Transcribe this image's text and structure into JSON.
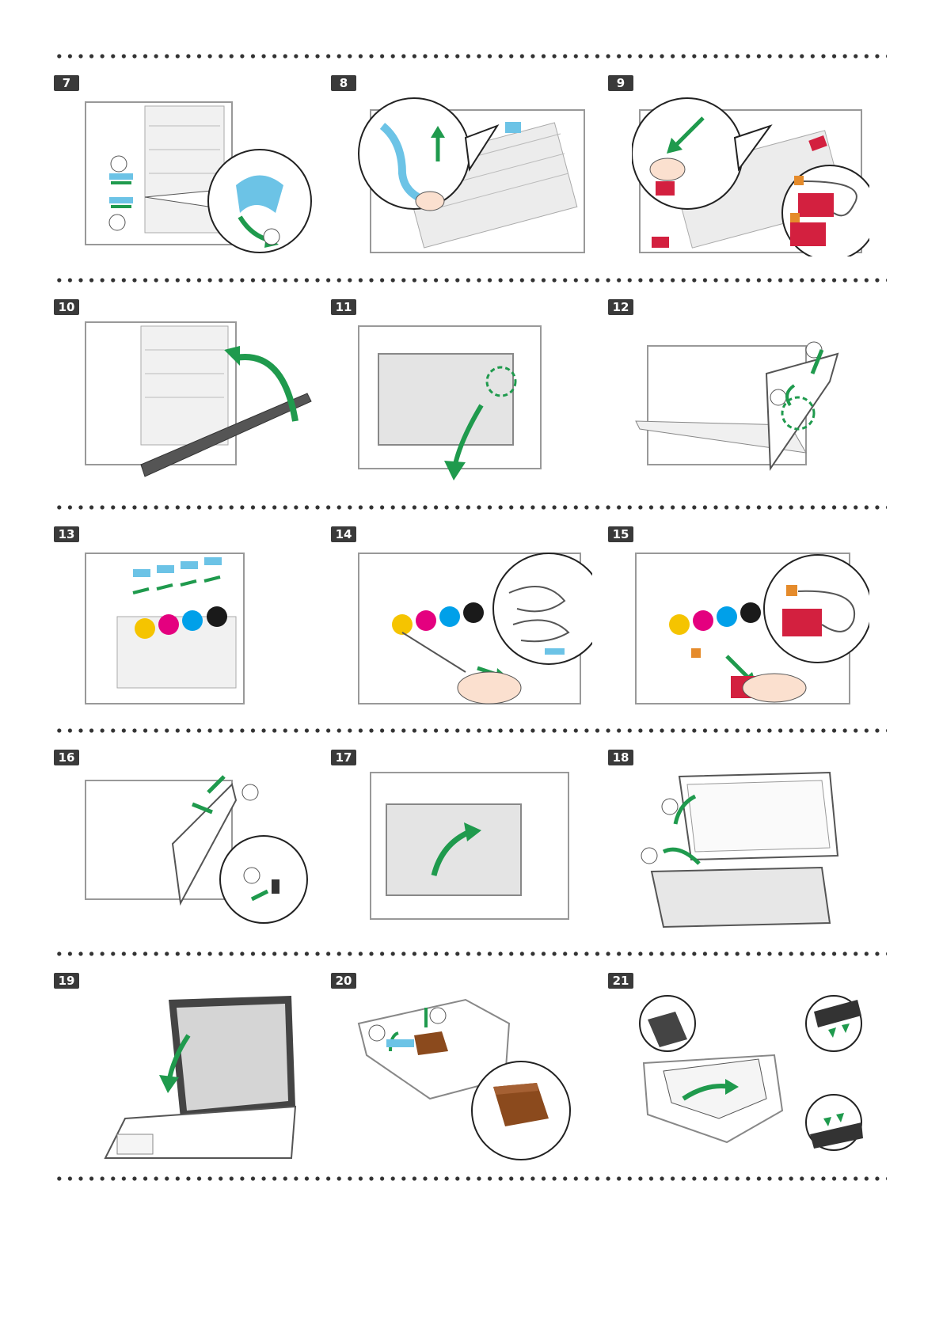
{
  "steps": [
    {
      "number": "7",
      "icon": "tape-removal-with-zoom-icon"
    },
    {
      "number": "8",
      "icon": "tape-pull-zoom-icon"
    },
    {
      "number": "9",
      "icon": "pin-removal-tag-icon"
    },
    {
      "number": "10",
      "icon": "close-cover-arrow-icon"
    },
    {
      "number": "11",
      "icon": "open-front-cover-icon"
    },
    {
      "number": "12",
      "icon": "open-side-cover-icon"
    },
    {
      "number": "13",
      "icon": "toner-tapes-icon"
    },
    {
      "number": "14",
      "icon": "pull-tapes-zoom-icon"
    },
    {
      "number": "15",
      "icon": "remove-pins-tag-icon"
    },
    {
      "number": "16",
      "icon": "close-side-cover-zoom-icon"
    },
    {
      "number": "17",
      "icon": "close-front-cover-icon"
    },
    {
      "number": "18",
      "icon": "lift-scanner-remove-sheet-icon"
    },
    {
      "number": "19",
      "icon": "close-platen-cover-icon"
    },
    {
      "number": "20",
      "icon": "remove-tray-spacer-icon"
    },
    {
      "number": "21",
      "icon": "load-paper-guides-icon"
    }
  ],
  "colors": {
    "arrow": "#1f9a4d",
    "tape": "#6cc3e6",
    "tag": "#d3203f",
    "pin": "#e58b2b",
    "toner_yellow": "#f5c400",
    "toner_magenta": "#e4007f",
    "toner_cyan": "#00a0e9",
    "toner_black": "#1a1a1a",
    "spacer": "#8b4a1d"
  }
}
